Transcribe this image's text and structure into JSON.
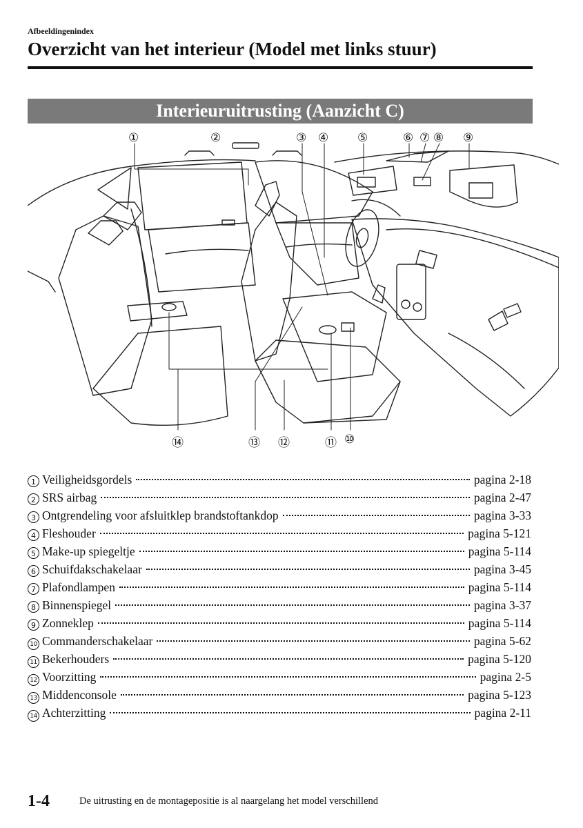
{
  "header": {
    "section": "Afbeeldingenindex",
    "title": "Overzicht van het interieur (Model met links stuur)"
  },
  "banner": {
    "title": "Interieuruitrusting (Aanzicht C)"
  },
  "figure": {
    "callouts_top": [
      "①",
      "②",
      "③",
      "④",
      "⑤",
      "⑥",
      "⑦",
      "⑧",
      "⑨"
    ],
    "callouts_bottom": [
      "⑭",
      "⑬",
      "⑫",
      "⑪",
      "⑩"
    ]
  },
  "index": {
    "items": [
      {
        "num": "1",
        "label": "Veiligheidsgordels",
        "page": "pagina 2-18"
      },
      {
        "num": "2",
        "label": "SRS airbag",
        "page": "pagina 2-47"
      },
      {
        "num": "3",
        "label": "Ontgrendeling voor afsluitklep brandstoftankdop",
        "page": "pagina 3-33"
      },
      {
        "num": "4",
        "label": "Fleshouder",
        "page": "pagina 5-121"
      },
      {
        "num": "5",
        "label": "Make-up spiegeltje",
        "page": "pagina 5-114"
      },
      {
        "num": "6",
        "label": "Schuifdakschakelaar",
        "page": "pagina 3-45"
      },
      {
        "num": "7",
        "label": "Plafondlampen",
        "page": "pagina 5-114"
      },
      {
        "num": "8",
        "label": "Binnenspiegel",
        "page": "pagina 3-37"
      },
      {
        "num": "9",
        "label": "Zonneklep",
        "page": "pagina 5-114"
      },
      {
        "num": "10",
        "label": "Commanderschakelaar",
        "page": "pagina 5-62"
      },
      {
        "num": "11",
        "label": "Bekerhouders",
        "page": "pagina 5-120"
      },
      {
        "num": "12",
        "label": "Voorzitting",
        "page": "pagina 2-5"
      },
      {
        "num": "13",
        "label": "Middenconsole",
        "page": "pagina 5-123"
      },
      {
        "num": "14",
        "label": "Achterzitting",
        "page": "pagina 2-11"
      }
    ]
  },
  "footer": {
    "page_number": "1-4",
    "note": "De uitrusting en de montagepositie is al naargelang het model verschillend"
  }
}
